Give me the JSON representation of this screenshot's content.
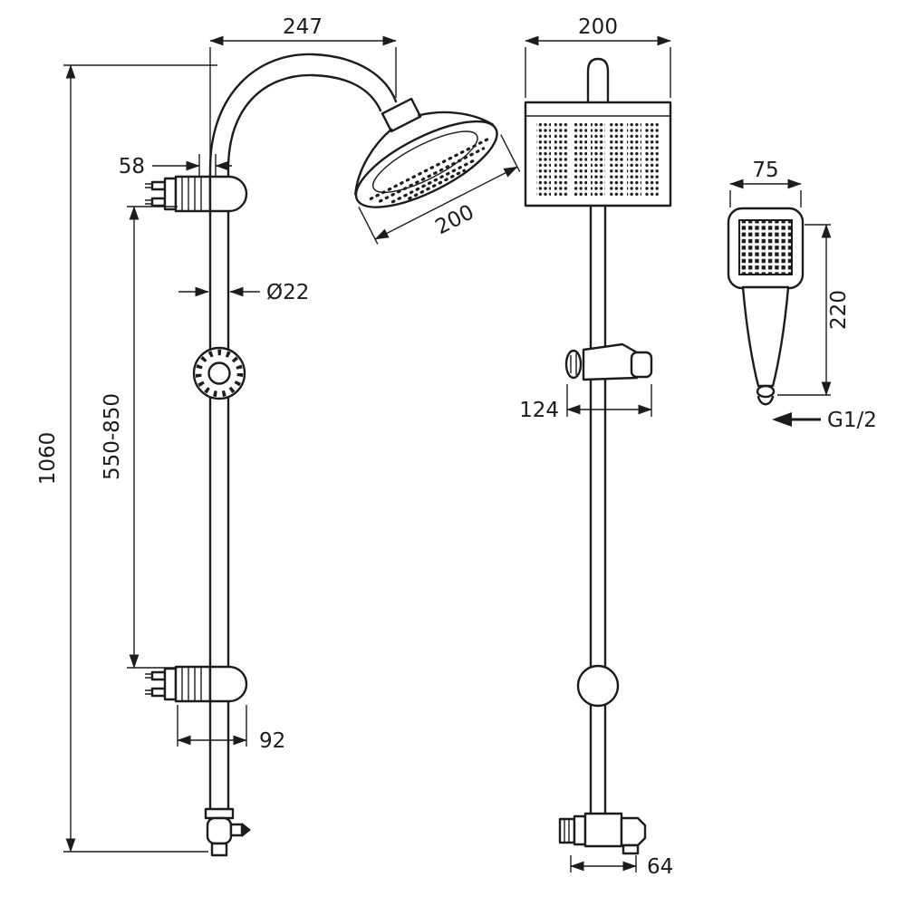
{
  "drawing": {
    "colors": {
      "line": "#1c1c1c",
      "background": "#ffffff"
    },
    "side_view": {
      "arm_reach": "247",
      "head_diameter": "200",
      "bracket_depth": "58",
      "pipe_diameter": "Ø22",
      "total_height": "1060",
      "bracket_spacing_range": "550-850",
      "bracket_width": "92"
    },
    "front_view": {
      "head_width": "200",
      "holder_length": "124",
      "outlet_width": "64"
    },
    "hand_shower": {
      "head_width": "75",
      "length": "220",
      "thread": "G1/2"
    }
  }
}
